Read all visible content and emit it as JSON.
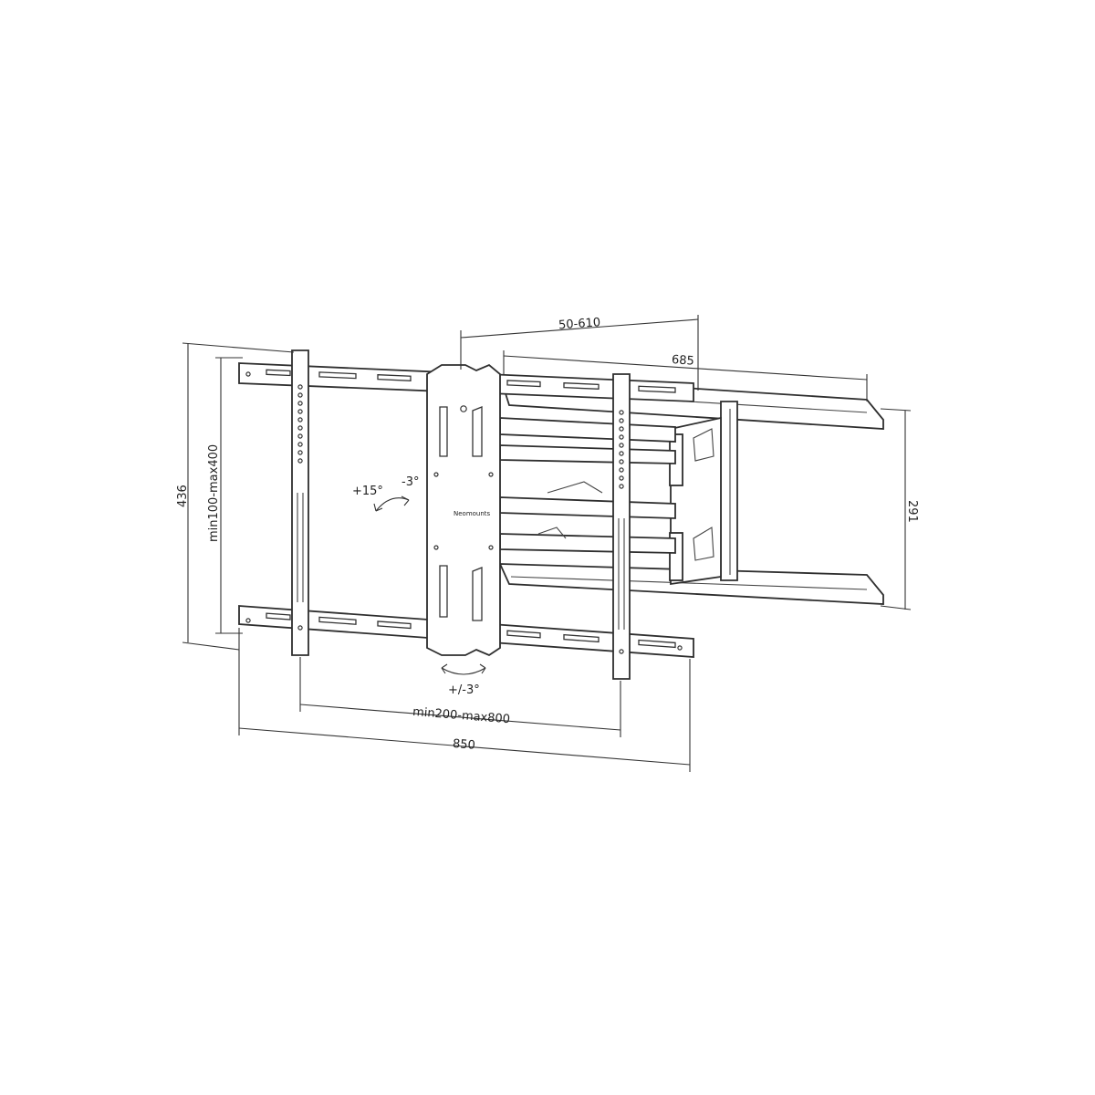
{
  "labels": {
    "arm_reach": "50-610",
    "arm_length": "685",
    "overall_height": "436",
    "vesa_height": "min100-max400",
    "wall_plate_height": "291",
    "tilt_up": "+15°",
    "tilt_down": "-3°",
    "roll": "+/-3°",
    "vesa_width": "min200-max800",
    "overall_width": "850",
    "brand": "Neomounts"
  },
  "colors": {
    "line": "#2e2e2e",
    "background": "#ffffff"
  },
  "icons": {
    "tilt": "curved-double-arrow-icon",
    "roll": "curved-double-arrow-icon"
  }
}
